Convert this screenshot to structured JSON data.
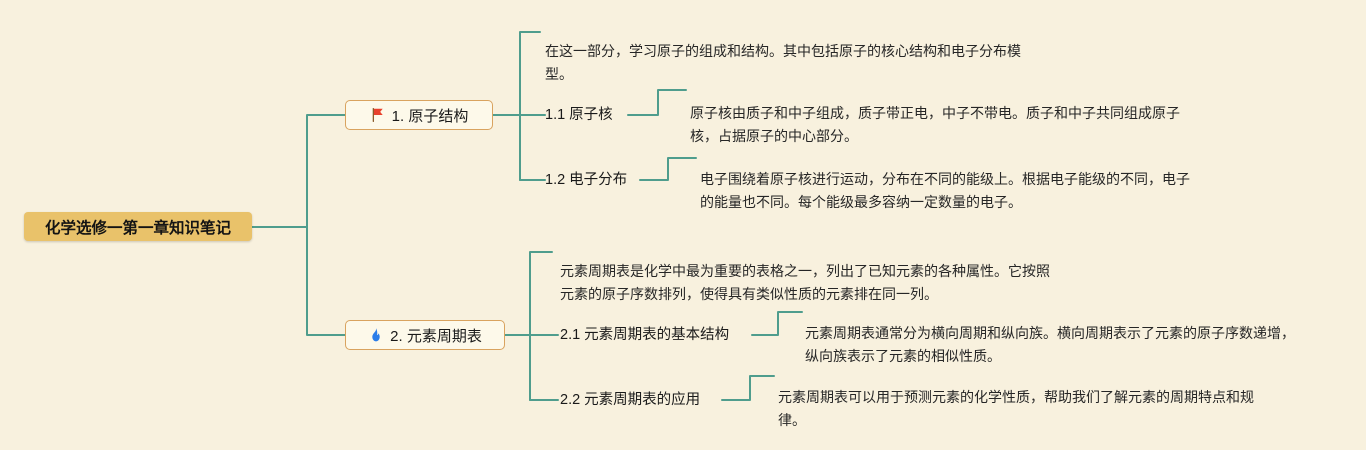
{
  "root": {
    "label": "化学选修一第一章知识笔记"
  },
  "topics": [
    {
      "label": "1. 原子结构",
      "icon": "red-flag-icon",
      "note": "在这一部分，学习原子的组成和结构。其中包括原子的核心结构和电子分布模型。",
      "children": [
        {
          "label": "1.1 原子核",
          "note": "原子核由质子和中子组成，质子带正电，中子不带电。质子和中子共同组成原子核，占据原子的中心部分。"
        },
        {
          "label": "1.2 电子分布",
          "note": "电子围绕着原子核进行运动，分布在不同的能级上。根据电子能级的不同，电子的能量也不同。每个能级最多容纳一定数量的电子。"
        }
      ]
    },
    {
      "label": "2. 元素周期表",
      "icon": "blue-flame-icon",
      "note": "元素周期表是化学中最为重要的表格之一，列出了已知元素的各种属性。它按照元素的原子序数排列，使得具有类似性质的元素排在同一列。",
      "children": [
        {
          "label": "2.1 元素周期表的基本结构",
          "note": "元素周期表通常分为横向周期和纵向族。横向周期表示了元素的原子序数递增，纵向族表示了元素的相似性质。"
        },
        {
          "label": "2.2 元素周期表的应用",
          "note": "元素周期表可以用于预测元素的化学性质，帮助我们了解元素的周期特点和规律。"
        }
      ]
    }
  ],
  "colors": {
    "background": "#f8f1de",
    "connector": "#4f9d8d",
    "root_fill": "#e9c26a",
    "topic_fill": "#fdf9ea",
    "topic_border": "#d9a35f",
    "flag": "#e8412c",
    "flame": "#2b7de9"
  }
}
